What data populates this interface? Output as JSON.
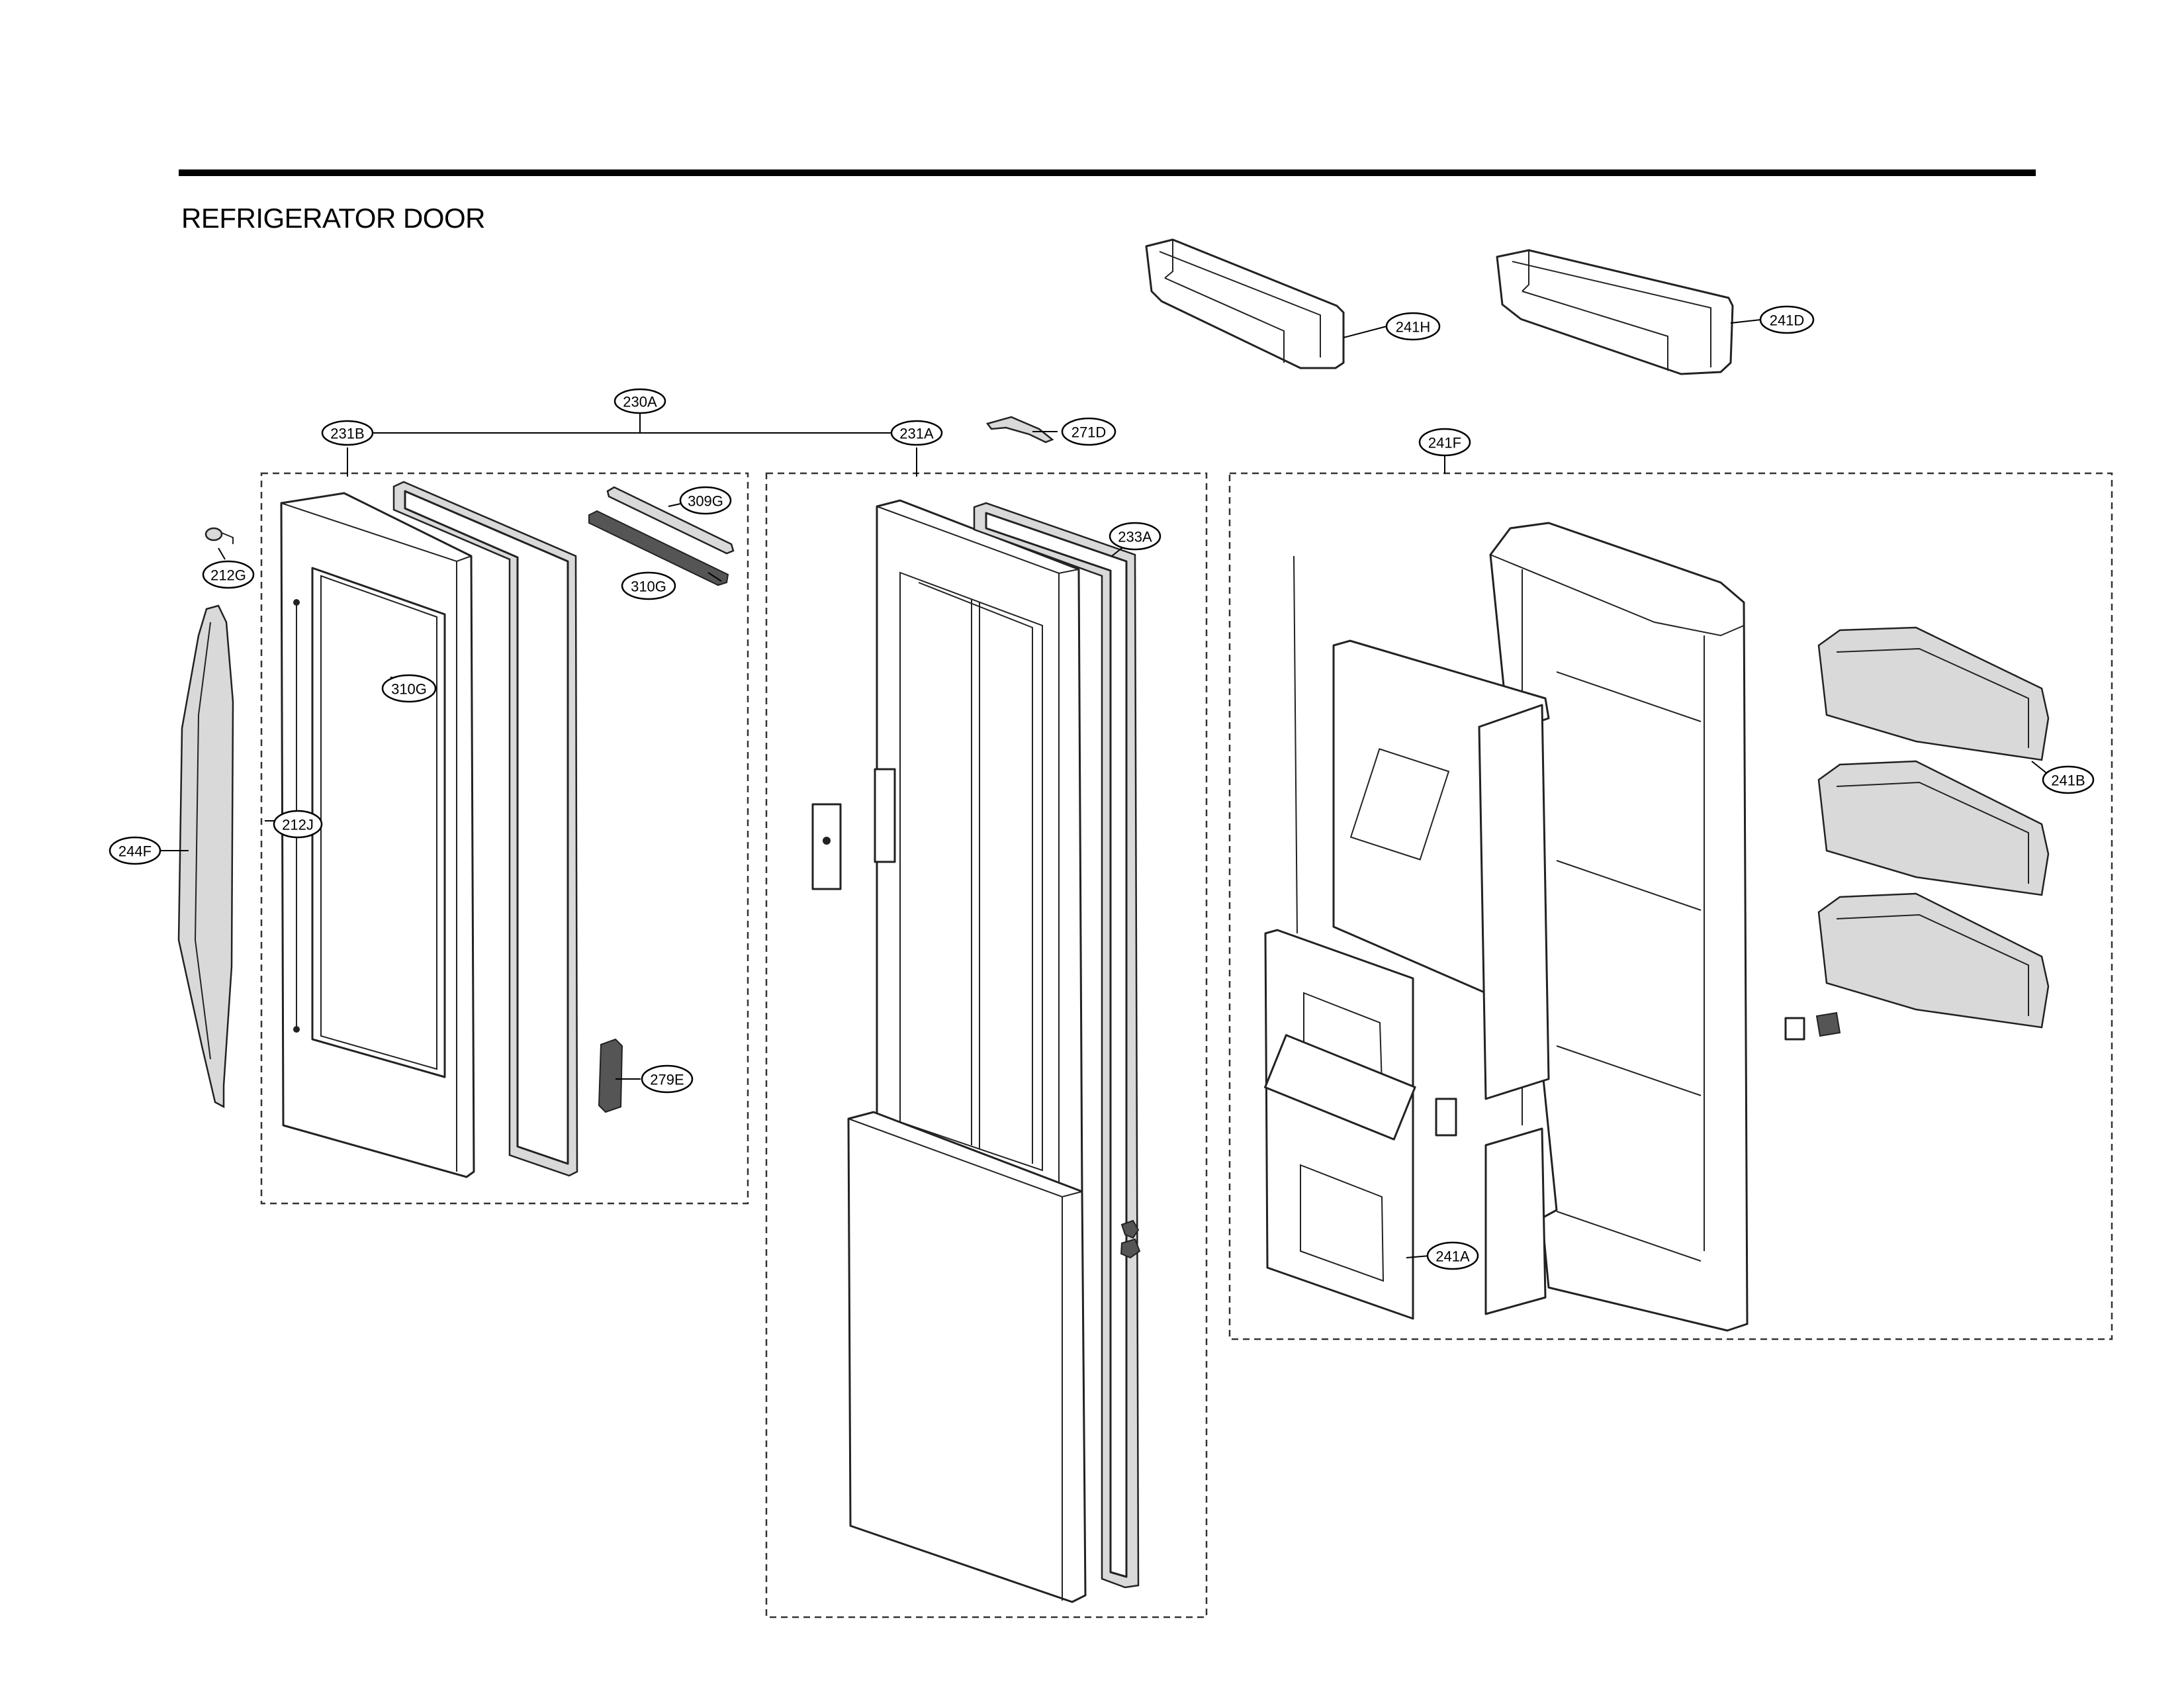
{
  "title": "REFRIGERATOR DOOR",
  "callouts": {
    "c230A": "230A",
    "c231B": "231B",
    "c231A": "231A",
    "c271D": "271D",
    "c241H": "241H",
    "c241D": "241D",
    "c241F": "241F",
    "c212G": "212G",
    "c309G": "309G",
    "c310G_top": "310G",
    "c310G_mid": "310G",
    "c244F": "244F",
    "c212J": "212J",
    "c279E": "279E",
    "c233A": "233A",
    "c241B": "241B",
    "c241A": "241A"
  }
}
